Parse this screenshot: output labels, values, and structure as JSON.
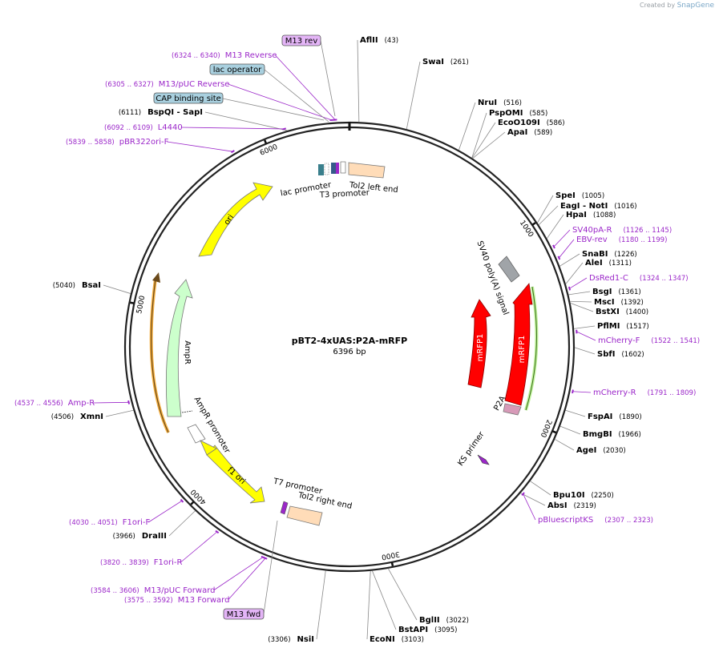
{
  "credit": {
    "prefix": "Created by",
    "brand": "SnapGene"
  },
  "plasmid": {
    "name": "pBT2-4xUAS:P2A-mRFP",
    "length": "6396 bp",
    "total_bp": 6396
  },
  "ticks": [
    {
      "bp": 1000,
      "label": "1000"
    },
    {
      "bp": 2000,
      "label": "2000"
    },
    {
      "bp": 3000,
      "label": "3000"
    },
    {
      "bp": 4000,
      "label": "4000"
    },
    {
      "bp": 5000,
      "label": "5000"
    },
    {
      "bp": 6000,
      "label": "6000"
    }
  ],
  "enzymes": [
    {
      "name": "AflII",
      "pos": "(43)",
      "bp": 43
    },
    {
      "name": "SwaI",
      "pos": "(261)",
      "bp": 261
    },
    {
      "name": "NruI",
      "pos": "(516)",
      "bp": 516
    },
    {
      "name": "PspOMI",
      "pos": "(585)",
      "bp": 585
    },
    {
      "name": "EcoO109I",
      "pos": "(586)",
      "bp": 586
    },
    {
      "name": "ApaI",
      "pos": "(589)",
      "bp": 589
    },
    {
      "name": "SpeI",
      "pos": "(1005)",
      "bp": 1005
    },
    {
      "name": "EagI - NotI",
      "pos": "(1016)",
      "bp": 1016
    },
    {
      "name": "HpaI",
      "pos": "(1088)",
      "bp": 1088
    },
    {
      "name": "SnaBI",
      "pos": "(1226)",
      "bp": 1226
    },
    {
      "name": "AleI",
      "pos": "(1311)",
      "bp": 1311
    },
    {
      "name": "BsgI",
      "pos": "(1361)",
      "bp": 1361
    },
    {
      "name": "MscI",
      "pos": "(1392)",
      "bp": 1392
    },
    {
      "name": "BstXI",
      "pos": "(1400)",
      "bp": 1400
    },
    {
      "name": "PflMI",
      "pos": "(1517)",
      "bp": 1517
    },
    {
      "name": "SbfI",
      "pos": "(1602)",
      "bp": 1602
    },
    {
      "name": "FspAI",
      "pos": "(1890)",
      "bp": 1890
    },
    {
      "name": "BmgBI",
      "pos": "(1966)",
      "bp": 1966
    },
    {
      "name": "AgeI",
      "pos": "(2030)",
      "bp": 2030
    },
    {
      "name": "Bpu10I",
      "pos": "(2250)",
      "bp": 2250
    },
    {
      "name": "AbsI",
      "pos": "(2319)",
      "bp": 2319
    },
    {
      "name": "BglII",
      "pos": "(3022)",
      "bp": 3022
    },
    {
      "name": "BstAPI",
      "pos": "(3095)",
      "bp": 3095
    },
    {
      "name": "EcoNI",
      "pos": "(3103)",
      "bp": 3103
    },
    {
      "name": "NsiI",
      "pos": "(3306)",
      "bp": 3306
    },
    {
      "name": "DraIII",
      "pos": "(3966)",
      "bp": 3966
    },
    {
      "name": "XmnI",
      "pos": "(4506)",
      "bp": 4506
    },
    {
      "name": "BsaI",
      "pos": "(5040)",
      "bp": 5040
    },
    {
      "name": "BspQI - SapI",
      "pos": "(6111)",
      "bp": 6111
    }
  ],
  "primers": [
    {
      "name": "M13 Reverse",
      "range": "(6324 .. 6340)"
    },
    {
      "name": "M13/pUC Reverse",
      "range": "(6305 .. 6327)"
    },
    {
      "name": "L4440",
      "range": "(6092 .. 6109)"
    },
    {
      "name": "pBR322ori-F",
      "range": "(5839 .. 5858)"
    },
    {
      "name": "SV40pA-R",
      "range": "(1126 .. 1145)"
    },
    {
      "name": "EBV-rev",
      "range": "(1180 .. 1199)"
    },
    {
      "name": "DsRed1-C",
      "range": "(1324 .. 1347)"
    },
    {
      "name": "mCherry-F",
      "range": "(1522 .. 1541)"
    },
    {
      "name": "mCherry-R",
      "range": "(1791 .. 1809)"
    },
    {
      "name": "pBluescriptKS",
      "range": "(2307 .. 2323)"
    },
    {
      "name": "F1ori-F",
      "range": "(4030 .. 4051)"
    },
    {
      "name": "F1ori-R",
      "range": "(3820 .. 3839)"
    },
    {
      "name": "M13/pUC Forward",
      "range": "(3584 .. 3606)"
    },
    {
      "name": "M13 Forward",
      "range": "(3575 .. 3592)"
    },
    {
      "name": "Amp-R",
      "range": "(4537 .. 4556)"
    }
  ],
  "boxes": {
    "m13rev": "M13 rev",
    "lac_operator": "lac operator",
    "cap_site": "CAP binding site",
    "m13fwd": "M13 fwd"
  },
  "features": {
    "lac_promoter": "lac promoter",
    "t3_promoter": "T3 promoter",
    "tol2_left": "Tol2 left end",
    "sv40": "SV40 poly(A) signal",
    "mrfp1_outer": "mRFP1",
    "mrfp1_inner": "mRFP1",
    "p2a": "P2A",
    "ks_primer": "KS primer",
    "ori": "ori",
    "ampr": "AmpR",
    "ampr_promoter": "AmpR promoter",
    "f1ori": "f1 ori",
    "t7_promoter": "T7 promoter",
    "tol2_right": "Tol2 right end"
  },
  "colors": {
    "backbone": "#222222",
    "primer": "#9b27c9",
    "ori": "#ffff00",
    "ampr": "#ccffcc",
    "mrfp1": "#ff0000",
    "sv40": "#a0a4a8",
    "p2a": "#d79ab8",
    "tol2": "#ffdcb8",
    "box_blue": "#a9d0df",
    "box_purple": "#e4b5f7"
  }
}
